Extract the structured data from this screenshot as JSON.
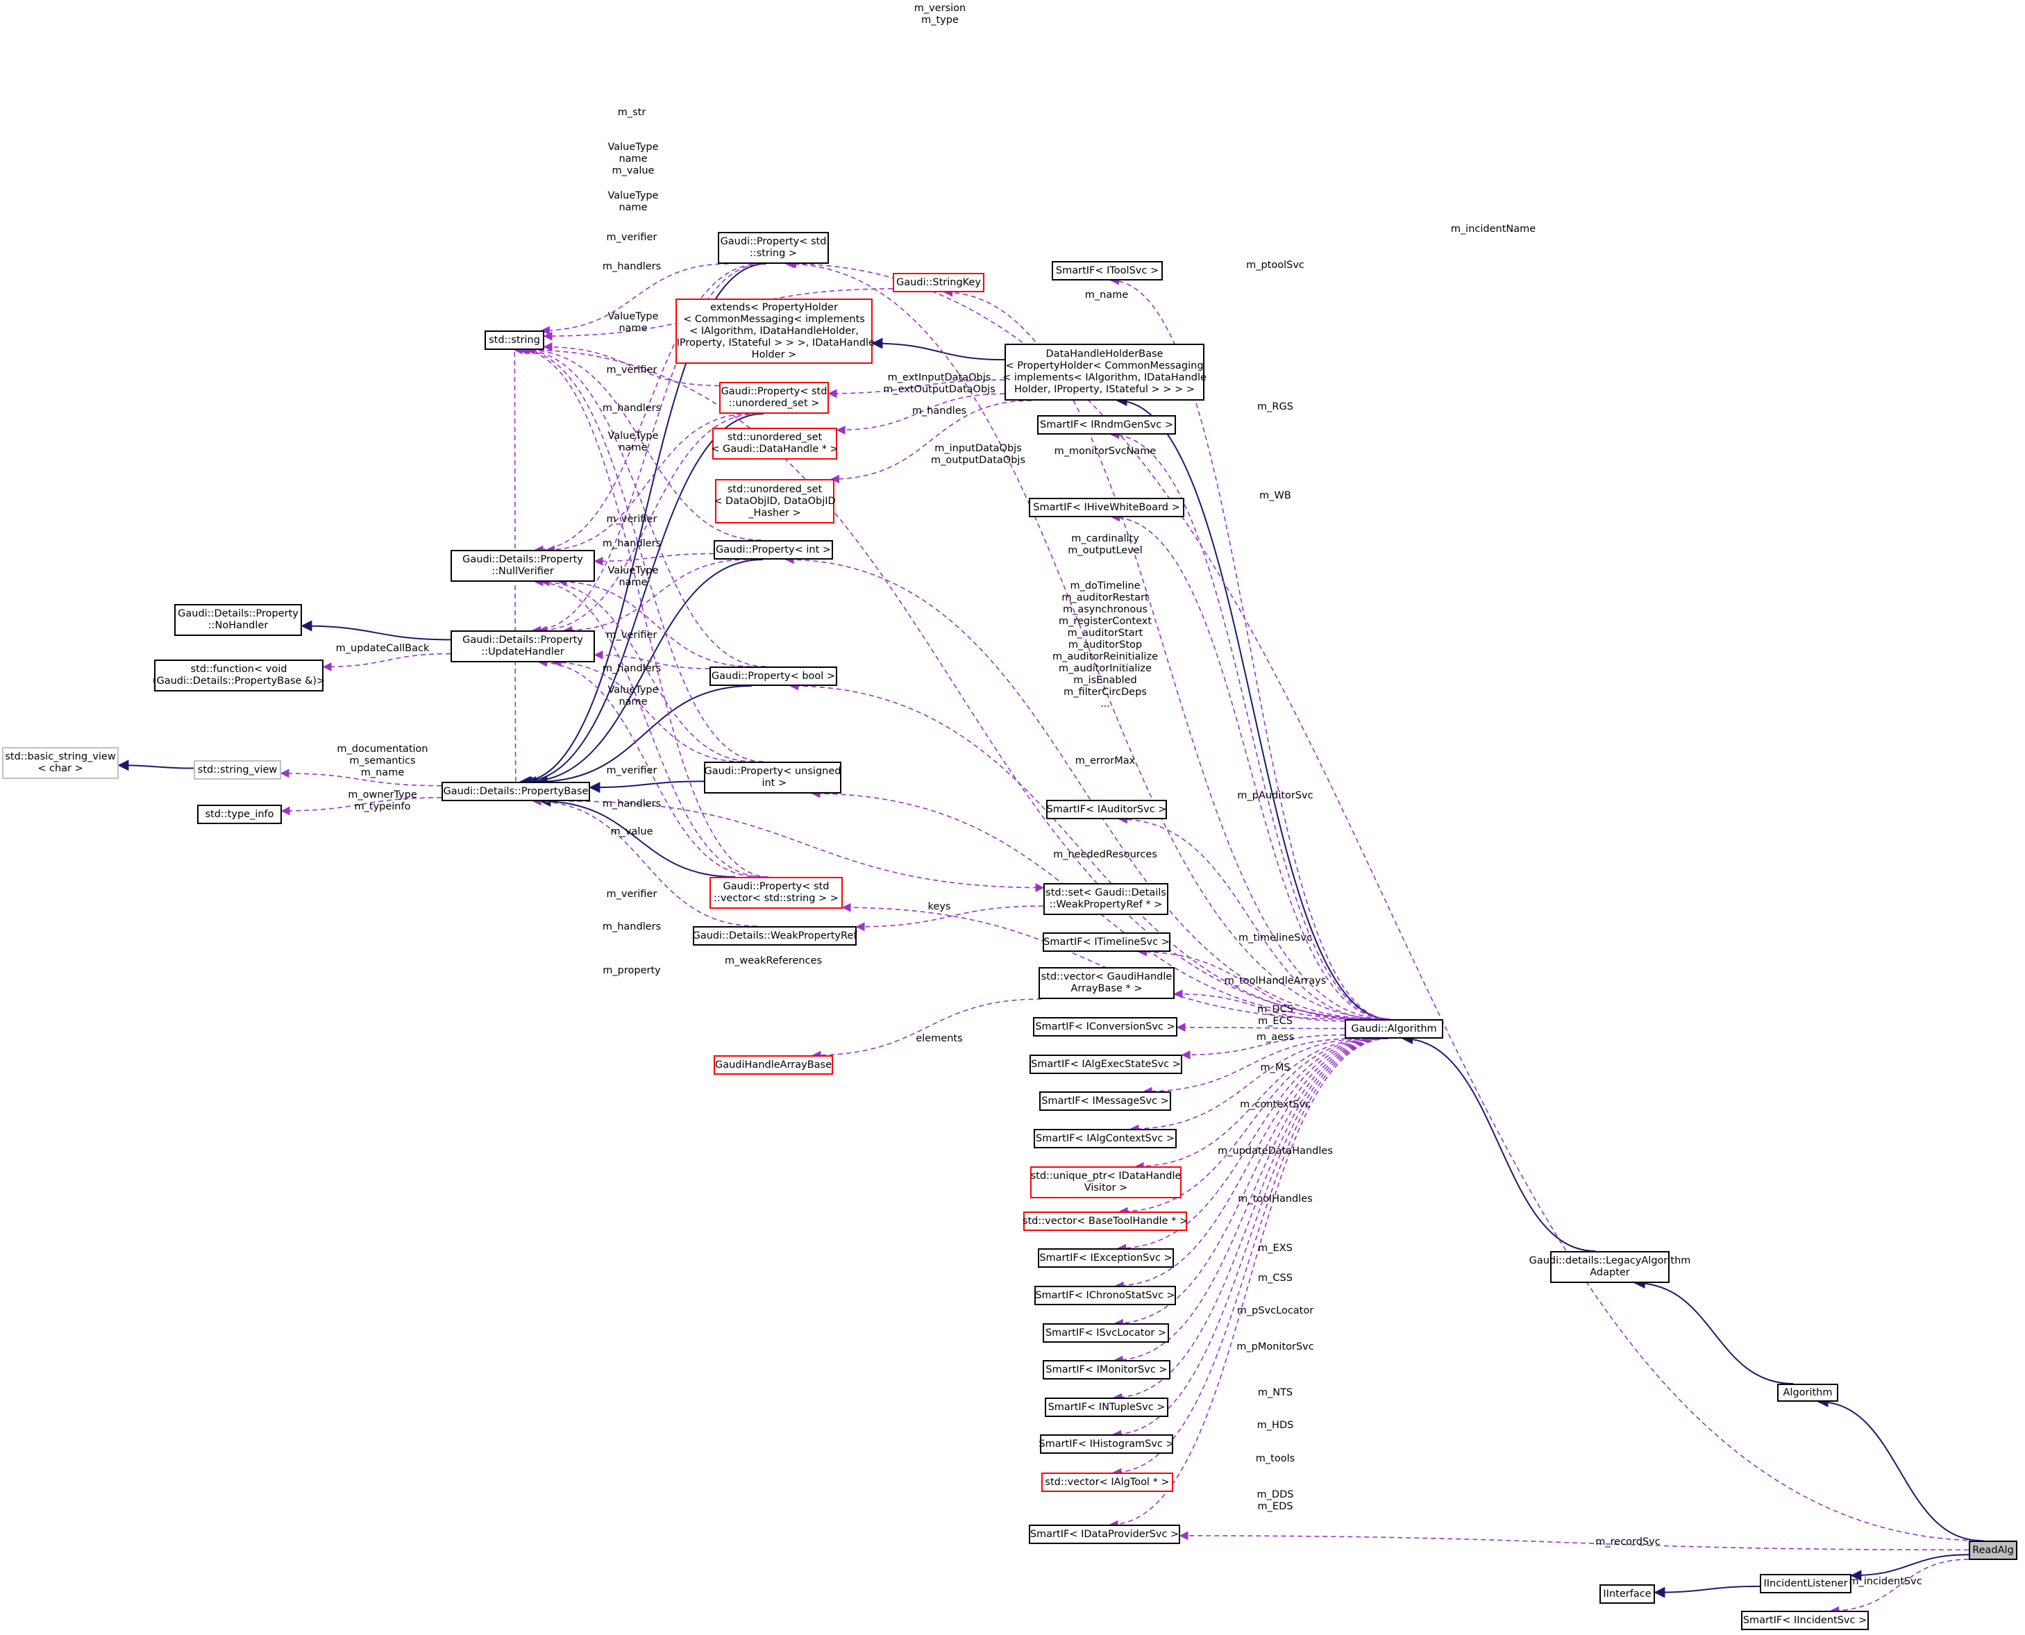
{
  "nodes": [
    {
      "id": "ReadAlg",
      "label": "ReadAlg",
      "style": "focus"
    },
    {
      "id": "Algorithm",
      "label": "Algorithm",
      "style": "normal"
    },
    {
      "id": "LegacyAdapter",
      "label": "Gaudi::details::LegacyAlgorithm\nAdapter",
      "style": "normal"
    },
    {
      "id": "GaudiAlgorithm",
      "label": "Gaudi::Algorithm",
      "style": "normal"
    },
    {
      "id": "DHHB",
      "label": "DataHandleHolderBase\n< PropertyHolder< CommonMessaging\n< implements< IAlgorithm, IDataHandle\nHolder, IProperty, IStateful > > > >",
      "style": "normal"
    },
    {
      "id": "extendsPH",
      "label": "extends< PropertyHolder\n< CommonMessaging< implements\n< IAlgorithm, IDataHandleHolder,\n IProperty, IStateful > > >, IDataHandle\nHolder >",
      "style": "red"
    },
    {
      "id": "IIncidentListener",
      "label": "IIncidentListener",
      "style": "normal"
    },
    {
      "id": "IInterface",
      "label": "IInterface",
      "style": "normal"
    },
    {
      "id": "SmartIncident",
      "label": "SmartIF< IIncidentSvc >",
      "style": "normal"
    },
    {
      "id": "SmartDataProv",
      "label": "SmartIF< IDataProviderSvc >",
      "style": "normal"
    },
    {
      "id": "vecAlgTool",
      "label": "std::vector< IAlgTool * >",
      "style": "red"
    },
    {
      "id": "SmartHist",
      "label": "SmartIF< IHistogramSvc >",
      "style": "normal"
    },
    {
      "id": "SmartNTuple",
      "label": "SmartIF< INTupleSvc >",
      "style": "normal"
    },
    {
      "id": "SmartMonitor",
      "label": "SmartIF< IMonitorSvc >",
      "style": "normal"
    },
    {
      "id": "SmartSvcLoc",
      "label": "SmartIF< ISvcLocator >",
      "style": "normal"
    },
    {
      "id": "SmartChrono",
      "label": "SmartIF< IChronoStatSvc >",
      "style": "normal"
    },
    {
      "id": "SmartExc",
      "label": "SmartIF< IExceptionSvc >",
      "style": "normal"
    },
    {
      "id": "vecBaseTool",
      "label": "std::vector< BaseToolHandle * >",
      "style": "red"
    },
    {
      "id": "uniqueDHV",
      "label": "std::unique_ptr< IDataHandle\nVisitor >",
      "style": "red"
    },
    {
      "id": "SmartAlgCtx",
      "label": "SmartIF< IAlgContextSvc >",
      "style": "normal"
    },
    {
      "id": "SmartMsg",
      "label": "SmartIF< IMessageSvc >",
      "style": "normal"
    },
    {
      "id": "SmartExecState",
      "label": "SmartIF< IAlgExecStateSvc >",
      "style": "normal"
    },
    {
      "id": "SmartConv",
      "label": "SmartIF< IConversionSvc >",
      "style": "normal"
    },
    {
      "id": "vecGHAB",
      "label": "std::vector< GaudiHandle\nArrayBase * >",
      "style": "normal"
    },
    {
      "id": "GHAB",
      "label": "GaudiHandleArrayBase",
      "style": "red"
    },
    {
      "id": "SmartTimeline",
      "label": "SmartIF< ITimelineSvc >",
      "style": "normal"
    },
    {
      "id": "setWPR",
      "label": "std::set< Gaudi::Details\n::WeakPropertyRef * >",
      "style": "normal"
    },
    {
      "id": "WPR",
      "label": "Gaudi::Details::WeakPropertyRef",
      "style": "normal"
    },
    {
      "id": "SmartAuditor",
      "label": "SmartIF< IAuditorSvc >",
      "style": "normal"
    },
    {
      "id": "PropUnsigned",
      "label": "Gaudi::Property< unsigned\n int >",
      "style": "normal"
    },
    {
      "id": "PropBool",
      "label": "Gaudi::Property< bool >",
      "style": "normal"
    },
    {
      "id": "PropInt",
      "label": "Gaudi::Property< int >",
      "style": "normal"
    },
    {
      "id": "SmartHive",
      "label": "SmartIF< IHiveWhiteBoard >",
      "style": "normal"
    },
    {
      "id": "uosDataObj",
      "label": "std::unordered_set\n< DataObjID, DataObjID\n_Hasher >",
      "style": "red"
    },
    {
      "id": "uosDataHandle",
      "label": "std::unordered_set\n< Gaudi::DataHandle * >",
      "style": "red"
    },
    {
      "id": "SmartRndm",
      "label": "SmartIF< IRndmGenSvc >",
      "style": "normal"
    },
    {
      "id": "PropUOS",
      "label": "Gaudi::Property< std\n::unordered_set >",
      "style": "red"
    },
    {
      "id": "PropVec",
      "label": "Gaudi::Property< std\n::vector< std::string > >",
      "style": "red"
    },
    {
      "id": "SmartTool",
      "label": "SmartIF< IToolSvc >",
      "style": "normal"
    },
    {
      "id": "StringKey",
      "label": "Gaudi::StringKey",
      "style": "red"
    },
    {
      "id": "PropString",
      "label": "Gaudi::Property< std\n::string >",
      "style": "normal"
    },
    {
      "id": "stdstring",
      "label": "std::string",
      "style": "normal"
    },
    {
      "id": "NullVerifier",
      "label": "Gaudi::Details::Property\n::NullVerifier",
      "style": "normal"
    },
    {
      "id": "UpdateHandler",
      "label": "Gaudi::Details::Property\n::UpdateHandler",
      "style": "normal"
    },
    {
      "id": "NoHandler",
      "label": "Gaudi::Details::Property\n::NoHandler",
      "style": "normal"
    },
    {
      "id": "stdfunction",
      "label": "std::function< void\n(Gaudi::Details::PropertyBase &)>",
      "style": "normal"
    },
    {
      "id": "PropertyBase",
      "label": "Gaudi::Details::PropertyBase",
      "style": "normal"
    },
    {
      "id": "stringview",
      "label": "std::string_view",
      "style": "grey"
    },
    {
      "id": "basicsv",
      "label": "std::basic_string_view\n< char >",
      "style": "grey"
    },
    {
      "id": "typeinfo",
      "label": "std::type_info",
      "style": "normal"
    }
  ],
  "labels": [
    {
      "id": "l_version",
      "text": "m_version\nm_type"
    },
    {
      "id": "l_str",
      "text": "m_str"
    },
    {
      "id": "l_vt1",
      "text": "ValueType\nname\nm_value"
    },
    {
      "id": "l_vt2",
      "text": "ValueType\nname"
    },
    {
      "id": "l_verifier1",
      "text": "m_verifier"
    },
    {
      "id": "l_handlers1",
      "text": "m_handlers"
    },
    {
      "id": "l_vt3",
      "text": "ValueType\nname"
    },
    {
      "id": "l_verifier2",
      "text": "m_verifier"
    },
    {
      "id": "l_handlers2",
      "text": "m_handlers"
    },
    {
      "id": "l_vt4",
      "text": "ValueType\nname"
    },
    {
      "id": "l_verifier3",
      "text": "m_verifier"
    },
    {
      "id": "l_handlers3",
      "text": "m_handlers"
    },
    {
      "id": "l_vt5",
      "text": "ValueType\nname"
    },
    {
      "id": "l_verifier4",
      "text": "m_verifier"
    },
    {
      "id": "l_handlers4",
      "text": "m_handlers"
    },
    {
      "id": "l_vt6",
      "text": "ValueType\nname"
    },
    {
      "id": "l_verifier5",
      "text": "m_verifier"
    },
    {
      "id": "l_handlers5",
      "text": "m_handlers"
    },
    {
      "id": "l_value",
      "text": "m_value"
    },
    {
      "id": "l_verifier6",
      "text": "m_verifier"
    },
    {
      "id": "l_handlers6",
      "text": "m_handlers"
    },
    {
      "id": "l_property",
      "text": "m_property"
    },
    {
      "id": "l_weakrefs",
      "text": "m_weakReferences"
    },
    {
      "id": "l_updcb",
      "text": "m_updateCallBack"
    },
    {
      "id": "l_doc",
      "text": "m_documentation\nm_semantics\nm_name"
    },
    {
      "id": "l_owner",
      "text": "m_ownerType\nm_typeinfo"
    },
    {
      "id": "l_incname",
      "text": "m_incidentName"
    },
    {
      "id": "l_ptoolsvc",
      "text": "m_ptoolSvc"
    },
    {
      "id": "l_name",
      "text": "m_name"
    },
    {
      "id": "l_extin",
      "text": "m_extInputDataObjs\nm_extOutputDataObjs"
    },
    {
      "id": "l_handles",
      "text": "m_handles"
    },
    {
      "id": "l_inout",
      "text": "m_inputDataObjs\nm_outputDataObjs"
    },
    {
      "id": "l_rgs",
      "text": "m_RGS"
    },
    {
      "id": "l_monname",
      "text": "m_monitorSvcName"
    },
    {
      "id": "l_wb",
      "text": "m_WB"
    },
    {
      "id": "l_card",
      "text": "m_cardinality\nm_outputLevel"
    },
    {
      "id": "l_bools",
      "text": "m_doTimeline\nm_auditorRestart\nm_asynchronous\nm_registerContext\nm_auditorStart\nm_auditorStop\nm_auditorReinitialize\nm_auditorInitialize\nm_isEnabled\nm_filterCircDeps\n..."
    },
    {
      "id": "l_errmax",
      "text": "m_errorMax"
    },
    {
      "id": "l_paud",
      "text": "m_pAuditorSvc"
    },
    {
      "id": "l_needed",
      "text": "m_neededResources"
    },
    {
      "id": "l_keys",
      "text": "keys"
    },
    {
      "id": "l_timeline",
      "text": "m_timelineSvc"
    },
    {
      "id": "l_tha",
      "text": "m_toolHandleArrays"
    },
    {
      "id": "l_elements",
      "text": "elements"
    },
    {
      "id": "l_dcs",
      "text": "m_DCS\nm_ECS"
    },
    {
      "id": "l_aess",
      "text": "m_aess"
    },
    {
      "id": "l_ms",
      "text": "m_MS"
    },
    {
      "id": "l_ctx",
      "text": "m_contextSvc"
    },
    {
      "id": "l_udh",
      "text": "m_updateDataHandles"
    },
    {
      "id": "l_toolh",
      "text": "m_toolHandles"
    },
    {
      "id": "l_exs",
      "text": "m_EXS"
    },
    {
      "id": "l_css",
      "text": "m_CSS"
    },
    {
      "id": "l_psvc",
      "text": "m_pSvcLocator"
    },
    {
      "id": "l_pmon",
      "text": "m_pMonitorSvc"
    },
    {
      "id": "l_nts",
      "text": "m_NTS"
    },
    {
      "id": "l_hds",
      "text": "m_HDS"
    },
    {
      "id": "l_tools",
      "text": "m_tools"
    },
    {
      "id": "l_dds",
      "text": "m_DDS\nm_EDS"
    },
    {
      "id": "l_record",
      "text": "m_recordSvc"
    },
    {
      "id": "l_incsvc",
      "text": "m_incidentSvc"
    }
  ],
  "colors": {
    "inheritance": "#191970",
    "usage": "#9a32cd",
    "node_border": "#000000",
    "template_border": "#ff0000",
    "external_border": "#bfbfbf",
    "focus_fill": "#bfbfbf"
  }
}
